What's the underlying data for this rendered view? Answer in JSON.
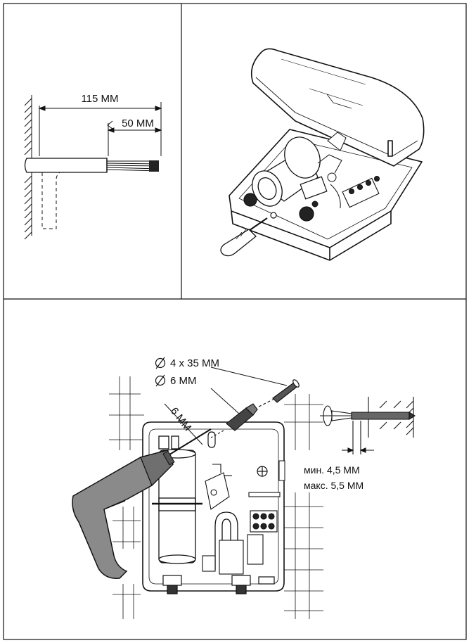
{
  "panel_top_left": {
    "dimension_total": "115 MM",
    "dimension_strip": "50 MM"
  },
  "panel_bottom": {
    "screw_spec": "4 x 35 MM",
    "dowel_spec": "6 MM",
    "drill_bit_label": "6 MM",
    "panel_gap_min": "мин. 4,5 MM",
    "panel_gap_max": "макс. 5,5 MM"
  },
  "colors": {
    "line": "#111111",
    "drill_body": "#8a8a8a",
    "drill_body_dark": "#6f6f6f",
    "handle": "#555555"
  },
  "icons": [
    "diameter-symbol",
    "screwdriver-icon",
    "drill-icon",
    "screw-icon",
    "wall-dowel-icon"
  ]
}
